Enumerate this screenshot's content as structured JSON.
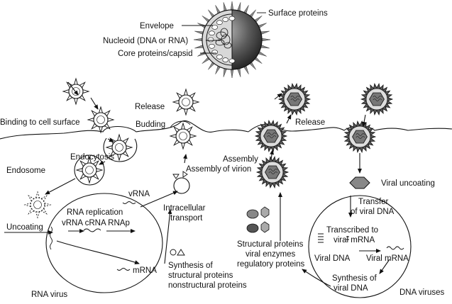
{
  "virion": {
    "labels": {
      "surface_proteins": "Surface proteins",
      "envelope": "Envelope",
      "nucleoid": "Nucleoid (DNA or RNA)",
      "core": "Core proteins/capsid"
    }
  },
  "rna": {
    "binding": "Binding to cell surface",
    "endocytosis": "Endocytosis",
    "endosome": "Endosome",
    "uncoating": "Uncoating",
    "replication_title": "RNA replication",
    "replication_seq": "vRNA cRNA RNAp",
    "vrna": "vRNA",
    "mrna": "mRNA",
    "assembly": "Assembly",
    "transport_1": "Intracellular",
    "transport_2": "transport",
    "synthesis_1": "Synthesis of",
    "synthesis_2": "structural proteins",
    "synthesis_3": "nonstructural proteins",
    "release": "Release",
    "budding": "Budding",
    "caption": "RNA virus"
  },
  "dna": {
    "release": "Release",
    "assembly_1": "Assembly",
    "assembly_2": "of virion",
    "uncoating": "Viral uncoating",
    "transfer_1": "Transfer",
    "transfer_2": "of viral DNA",
    "transcribed_1": "Transcribed to",
    "transcribed_2": "viral mRNA",
    "viral_dna": "Viral DNA",
    "viral_mrna": "Viral mRNA",
    "synthesis_1": "Synthesis of",
    "synthesis_2": "viral DNA",
    "proteins_1": "Structural proteins",
    "proteins_2": "viral enzymes",
    "proteins_3": "regulatory proteins",
    "caption": "DNA viruses"
  }
}
